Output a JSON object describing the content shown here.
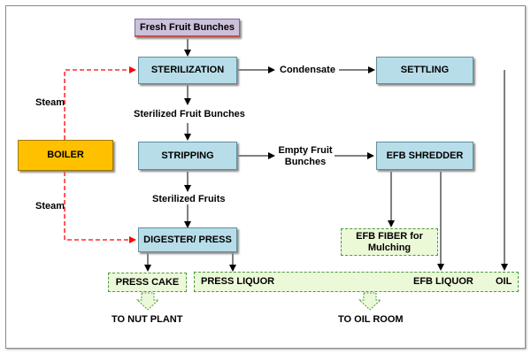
{
  "nodes": {
    "fresh_fruit_bunches": "Fresh Fruit Bunches",
    "sterilization": "STERILIZATION",
    "settling": "SETTLING",
    "boiler": "BOILER",
    "stripping": "STRIPPING",
    "efb_shredder": "EFB SHREDDER",
    "digester_press": "DIGESTER/ PRESS",
    "efb_fiber": "EFB FIBER for Mulching",
    "press_cake": "PRESS CAKE"
  },
  "liquor_bar": {
    "press_liquor": "PRESS LIQUOR",
    "efb_liquor": "EFB LIQUOR",
    "oil": "OIL"
  },
  "labels": {
    "condensate": "Condensate",
    "steam_top": "Steam",
    "steam_bottom": "Steam",
    "sterilized_fruit_bunches": "Sterilized Fruit Bunches",
    "empty_fruit_bunches": "Empty Fruit Bunches",
    "sterilized_fruits": "Sterilized Fruits",
    "to_nut_plant": "TO NUT PLANT",
    "to_oil_room": "TO OIL ROOM"
  },
  "colors": {
    "process_box": "#b7dde8",
    "boiler_box": "#ffc000",
    "input_box": "#ccc0da",
    "output_box": "#ebf9d8",
    "steam_line": "#ff0000",
    "flow_line": "#000000"
  }
}
